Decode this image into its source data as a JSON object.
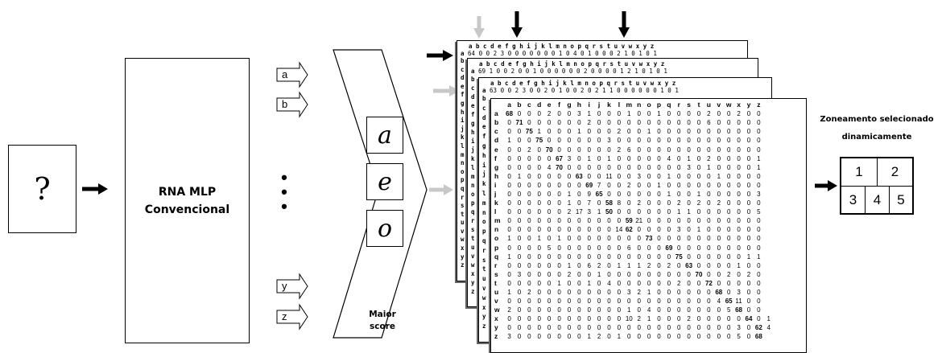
{
  "input_symbol": "?",
  "mlp": {
    "line1": "RNA MLP",
    "line2": "Convencional"
  },
  "outputs": {
    "top": [
      "a",
      "b"
    ],
    "dots": "•\n•\n•",
    "bottom": [
      "y",
      "z"
    ]
  },
  "selector": {
    "vowels": [
      "a",
      "e",
      "o"
    ],
    "label_line1": "Maior",
    "label_line2": "score"
  },
  "zoning": {
    "title_line1": "Zoneamento selecionado",
    "title_line2": "dinamicamente",
    "cells": [
      "1",
      "2",
      "3",
      "4",
      "5"
    ]
  },
  "matrix": {
    "columns": [
      "a",
      "b",
      "c",
      "d",
      "e",
      "f",
      "g",
      "h",
      "i",
      "j",
      "k",
      "l",
      "m",
      "n",
      "o",
      "p",
      "q",
      "r",
      "s",
      "t",
      "u",
      "v",
      "w",
      "x",
      "y",
      "z"
    ],
    "back_sheet_first_rows": [
      "64 0 0 2 3 0 0 0 0 0 0 0 1 0 4 0 1 0 0 0 2 1 0 1 0 1",
      "69 1 0 0 2 0 0 1 0 0 0 0 0 0 2 0 0 0 0 1 2 1 0 1 0 1",
      "63 0 0 2 3 0 0 2 0 1 0 0 2 0 2 1 1 0 0 0 0 0 0 1 0 1"
    ],
    "rows": [
      [
        "a",
        "68",
        "0",
        "0",
        "0",
        "2",
        "0",
        "0",
        "3",
        "1",
        "0",
        "0",
        "0",
        "1",
        "0",
        "0",
        "1",
        "0",
        "0",
        "0",
        "0",
        "2",
        "0",
        "0",
        "2",
        "0",
        "0"
      ],
      [
        "b",
        "0",
        "71",
        "0",
        "0",
        "0",
        "0",
        "0",
        "0",
        "2",
        "0",
        "0",
        "0",
        "0",
        "0",
        "0",
        "0",
        "0",
        "0",
        "0",
        "0",
        "6",
        "0",
        "0",
        "0",
        "0",
        "0"
      ],
      [
        "c",
        "0",
        "0",
        "75",
        "1",
        "0",
        "0",
        "0",
        "1",
        "0",
        "0",
        "0",
        "2",
        "0",
        "0",
        "1",
        "0",
        "0",
        "0",
        "0",
        "0",
        "0",
        "0",
        "0",
        "0",
        "0",
        "0"
      ],
      [
        "d",
        "1",
        "0",
        "0",
        "75",
        "0",
        "0",
        "0",
        "0",
        "0",
        "0",
        "3",
        "0",
        "0",
        "0",
        "0",
        "0",
        "0",
        "0",
        "0",
        "0",
        "0",
        "0",
        "0",
        "0",
        "0",
        "0"
      ],
      [
        "e",
        "0",
        "0",
        "2",
        "0",
        "70",
        "0",
        "0",
        "0",
        "0",
        "0",
        "0",
        "2",
        "6",
        "0",
        "0",
        "0",
        "0",
        "0",
        "0",
        "0",
        "0",
        "0",
        "0",
        "0",
        "0",
        "0"
      ],
      [
        "f",
        "0",
        "0",
        "0",
        "0",
        "0",
        "67",
        "3",
        "0",
        "1",
        "0",
        "1",
        "0",
        "0",
        "0",
        "0",
        "0",
        "4",
        "0",
        "1",
        "0",
        "2",
        "0",
        "0",
        "0",
        "0",
        "1"
      ],
      [
        "g",
        "0",
        "0",
        "0",
        "0",
        "4",
        "70",
        "0",
        "0",
        "0",
        "0",
        "0",
        "0",
        "0",
        "0",
        "0",
        "0",
        "0",
        "0",
        "3",
        "0",
        "1",
        "0",
        "0",
        "0",
        "0",
        "1"
      ],
      [
        "h",
        "0",
        "1",
        "0",
        "0",
        "0",
        "0",
        "0",
        "63",
        "0",
        "0",
        "11",
        "0",
        "0",
        "3",
        "0",
        "0",
        "1",
        "0",
        "0",
        "0",
        "0",
        "1",
        "0",
        "0",
        "0",
        "0"
      ],
      [
        "i",
        "0",
        "0",
        "0",
        "0",
        "0",
        "0",
        "0",
        "0",
        "69",
        "7",
        "0",
        "0",
        "2",
        "0",
        "0",
        "1",
        "0",
        "0",
        "0",
        "0",
        "0",
        "0",
        "0",
        "0",
        "0",
        "0"
      ],
      [
        "j",
        "0",
        "0",
        "0",
        "0",
        "0",
        "0",
        "1",
        "0",
        "9",
        "65",
        "0",
        "0",
        "0",
        "0",
        "0",
        "0",
        "1",
        "0",
        "0",
        "1",
        "0",
        "0",
        "0",
        "0",
        "0",
        "3"
      ],
      [
        "k",
        "0",
        "0",
        "0",
        "0",
        "0",
        "0",
        "1",
        "0",
        "7",
        "0",
        "58",
        "8",
        "0",
        "2",
        "0",
        "0",
        "0",
        "2",
        "0",
        "2",
        "0",
        "2",
        "0",
        "0",
        "0",
        "0"
      ],
      [
        "l",
        "0",
        "0",
        "0",
        "0",
        "0",
        "0",
        "2",
        "17",
        "3",
        "1",
        "50",
        "0",
        "0",
        "0",
        "0",
        "0",
        "0",
        "1",
        "1",
        "0",
        "0",
        "0",
        "0",
        "0",
        "0",
        "5"
      ],
      [
        "m",
        "0",
        "0",
        "0",
        "0",
        "0",
        "0",
        "0",
        "0",
        "0",
        "0",
        "0",
        "0",
        "59",
        "21",
        "0",
        "0",
        "0",
        "0",
        "0",
        "0",
        "0",
        "0",
        "0",
        "0",
        "0",
        "0"
      ],
      [
        "n",
        "0",
        "0",
        "0",
        "0",
        "0",
        "0",
        "0",
        "0",
        "0",
        "0",
        "0",
        "14",
        "62",
        "0",
        "0",
        "0",
        "0",
        "3",
        "0",
        "1",
        "0",
        "0",
        "0",
        "0",
        "0",
        "0"
      ],
      [
        "o",
        "1",
        "0",
        "0",
        "1",
        "0",
        "1",
        "0",
        "0",
        "0",
        "0",
        "0",
        "0",
        "0",
        "0",
        "73",
        "0",
        "0",
        "0",
        "0",
        "0",
        "0",
        "0",
        "0",
        "0",
        "0",
        "0"
      ],
      [
        "p",
        "0",
        "0",
        "0",
        "0",
        "5",
        "0",
        "0",
        "0",
        "0",
        "0",
        "0",
        "0",
        "6",
        "0",
        "0",
        "0",
        "69",
        "0",
        "0",
        "0",
        "0",
        "0",
        "0",
        "0",
        "0",
        "0"
      ],
      [
        "q",
        "1",
        "0",
        "0",
        "0",
        "0",
        "0",
        "0",
        "0",
        "0",
        "0",
        "0",
        "0",
        "0",
        "0",
        "0",
        "0",
        "0",
        "75",
        "0",
        "0",
        "0",
        "0",
        "0",
        "0",
        "1",
        "1"
      ],
      [
        "r",
        "0",
        "0",
        "0",
        "0",
        "0",
        "0",
        "1",
        "0",
        "6",
        "2",
        "0",
        "1",
        "1",
        "1",
        "2",
        "0",
        "2",
        "0",
        "63",
        "0",
        "0",
        "0",
        "0",
        "1",
        "0",
        "0"
      ],
      [
        "s",
        "0",
        "3",
        "0",
        "0",
        "0",
        "0",
        "2",
        "0",
        "0",
        "1",
        "0",
        "0",
        "0",
        "0",
        "0",
        "0",
        "0",
        "0",
        "0",
        "70",
        "0",
        "0",
        "2",
        "0",
        "2",
        "0"
      ],
      [
        "t",
        "0",
        "0",
        "0",
        "0",
        "0",
        "1",
        "0",
        "0",
        "1",
        "0",
        "4",
        "0",
        "0",
        "0",
        "0",
        "0",
        "0",
        "2",
        "0",
        "0",
        "72",
        "0",
        "0",
        "0",
        "0",
        "0"
      ],
      [
        "u",
        "1",
        "0",
        "2",
        "0",
        "0",
        "0",
        "0",
        "0",
        "0",
        "0",
        "0",
        "0",
        "3",
        "2",
        "1",
        "0",
        "0",
        "0",
        "0",
        "0",
        "0",
        "68",
        "0",
        "3",
        "0",
        "0"
      ],
      [
        "v",
        "0",
        "0",
        "0",
        "0",
        "0",
        "0",
        "0",
        "0",
        "0",
        "0",
        "0",
        "0",
        "0",
        "0",
        "0",
        "0",
        "0",
        "0",
        "0",
        "0",
        "0",
        "4",
        "65",
        "11",
        "0",
        "0"
      ],
      [
        "w",
        "2",
        "0",
        "0",
        "0",
        "0",
        "0",
        "0",
        "0",
        "0",
        "0",
        "0",
        "0",
        "1",
        "0",
        "4",
        "0",
        "0",
        "0",
        "0",
        "0",
        "0",
        "0",
        "5",
        "68",
        "0",
        "0"
      ],
      [
        "x",
        "0",
        "0",
        "0",
        "0",
        "0",
        "0",
        "0",
        "0",
        "0",
        "0",
        "0",
        "0",
        "10",
        "2",
        "1",
        "0",
        "0",
        "0",
        "2",
        "0",
        "0",
        "0",
        "0",
        "0",
        "64",
        "0",
        "1"
      ],
      [
        "y",
        "0",
        "0",
        "0",
        "0",
        "0",
        "0",
        "0",
        "0",
        "0",
        "0",
        "0",
        "0",
        "0",
        "0",
        "0",
        "0",
        "0",
        "0",
        "0",
        "0",
        "0",
        "0",
        "0",
        "3",
        "0",
        "62",
        "4"
      ],
      [
        "z",
        "3",
        "0",
        "0",
        "0",
        "0",
        "0",
        "0",
        "0",
        "1",
        "2",
        "0",
        "1",
        "0",
        "0",
        "0",
        "0",
        "0",
        "0",
        "0",
        "0",
        "0",
        "0",
        "0",
        "5",
        "0",
        "68"
      ]
    ]
  },
  "colors": {
    "dark_arrow": "#000000",
    "light_arrow": "#c8c8c8"
  }
}
